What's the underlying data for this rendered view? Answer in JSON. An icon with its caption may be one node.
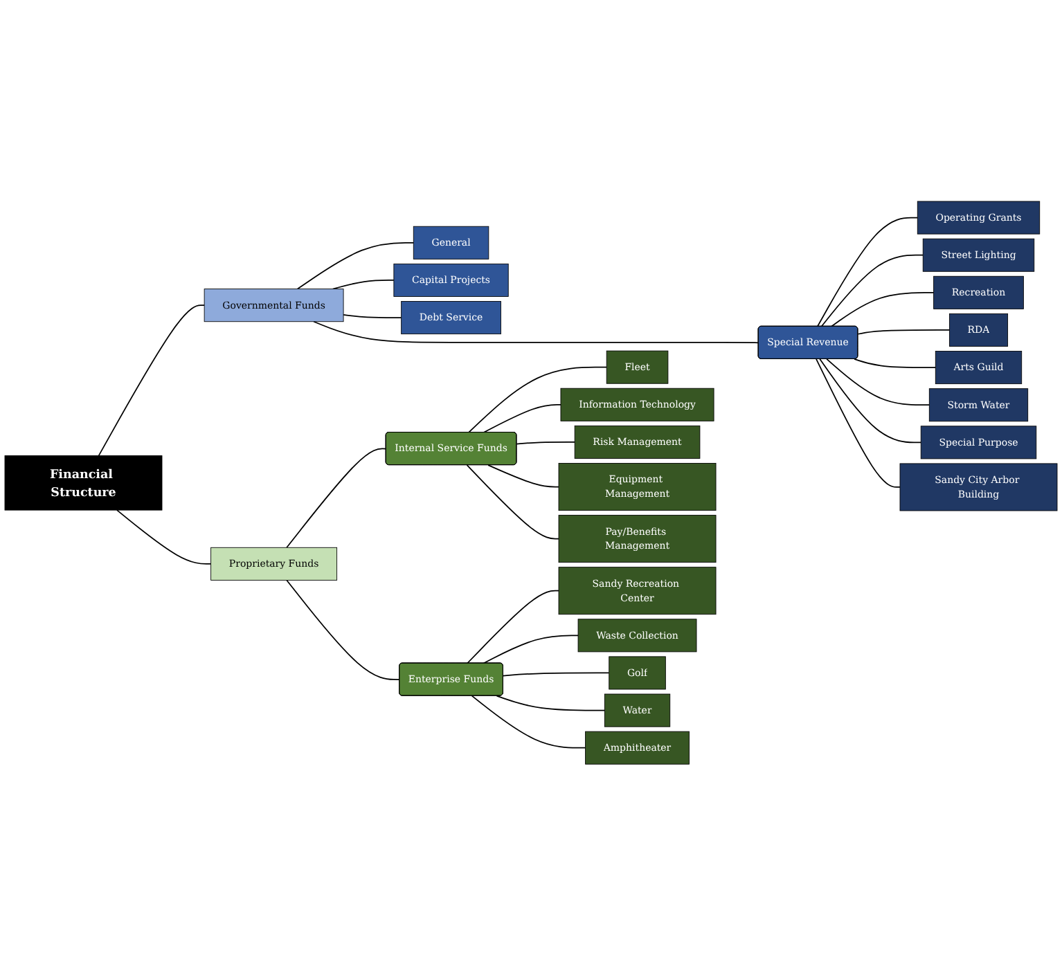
{
  "diagram": {
    "nodes": [
      {
        "text": [
          "Financial Structure"
        ]
      },
      {
        "text": [
          "Governmental Funds"
        ]
      },
      {
        "text": [
          "Proprietary Funds"
        ]
      },
      {
        "text": [
          "General"
        ]
      },
      {
        "text": [
          "Capital Projects"
        ]
      },
      {
        "text": [
          "Debt Service"
        ]
      },
      {
        "text": [
          "Special Revenue"
        ]
      },
      {
        "text": [
          "Operating Grants"
        ]
      },
      {
        "text": [
          "Street Lighting"
        ]
      },
      {
        "text": [
          "Recreation"
        ]
      },
      {
        "text": [
          "RDA"
        ]
      },
      {
        "text": [
          "Arts Guild"
        ]
      },
      {
        "text": [
          "Storm Water"
        ]
      },
      {
        "text": [
          "Special Purpose"
        ]
      },
      {
        "text": [
          "Sandy City Arbor Building"
        ]
      },
      {
        "text": [
          "Internal Service Funds"
        ]
      },
      {
        "text": [
          "Enterprise Funds"
        ]
      },
      {
        "text": [
          "Fleet"
        ]
      },
      {
        "text": [
          "Information Technology"
        ]
      },
      {
        "text": [
          "Risk Management"
        ]
      },
      {
        "text": [
          "Equipment Management"
        ]
      },
      {
        "text": [
          "Pay/Benefits Management"
        ]
      },
      {
        "text": [
          "Sandy Recreation Center"
        ]
      },
      {
        "text": [
          "Waste Collection"
        ]
      },
      {
        "text": [
          "Golf"
        ]
      },
      {
        "text": [
          "Water"
        ]
      },
      {
        "text": [
          "Amphitheater"
        ]
      }
    ],
    "edges": [
      {
        "from": 0,
        "to": 1,
        "arrow": "none"
      },
      {
        "from": 0,
        "to": 2,
        "arrow": "none"
      },
      {
        "from": 1,
        "to": 3,
        "arrow": "none"
      },
      {
        "from": 1,
        "to": 4,
        "arrow": "none"
      },
      {
        "from": 1,
        "to": 5,
        "arrow": "none"
      },
      {
        "from": 1,
        "to": 6,
        "arrow": "none"
      },
      {
        "from": 6,
        "to": 7,
        "arrow": "none"
      },
      {
        "from": 6,
        "to": 8,
        "arrow": "none"
      },
      {
        "from": 6,
        "to": 9,
        "arrow": "none"
      },
      {
        "from": 6,
        "to": 10,
        "arrow": "none"
      },
      {
        "from": 6,
        "to": 11,
        "arrow": "none"
      },
      {
        "from": 6,
        "to": 12,
        "arrow": "none"
      },
      {
        "from": 6,
        "to": 13,
        "arrow": "none"
      },
      {
        "from": 6,
        "to": 14,
        "arrow": "none"
      },
      {
        "from": 2,
        "to": 15,
        "arrow": "none"
      },
      {
        "from": 2,
        "to": 16,
        "arrow": "none"
      },
      {
        "from": 15,
        "to": 17,
        "arrow": "none"
      },
      {
        "from": 15,
        "to": 18,
        "arrow": "none"
      },
      {
        "from": 15,
        "to": 19,
        "arrow": "none"
      },
      {
        "from": 15,
        "to": 20,
        "arrow": "none"
      },
      {
        "from": 15,
        "to": 21,
        "arrow": "none"
      },
      {
        "from": 16,
        "to": 22,
        "arrow": "none"
      },
      {
        "from": 16,
        "to": 23,
        "arrow": "none"
      },
      {
        "from": 16,
        "to": 24,
        "arrow": "none"
      },
      {
        "from": 16,
        "to": 25,
        "arrow": "none"
      },
      {
        "from": 16,
        "to": 26,
        "arrow": "none"
      }
    ]
  }
}
